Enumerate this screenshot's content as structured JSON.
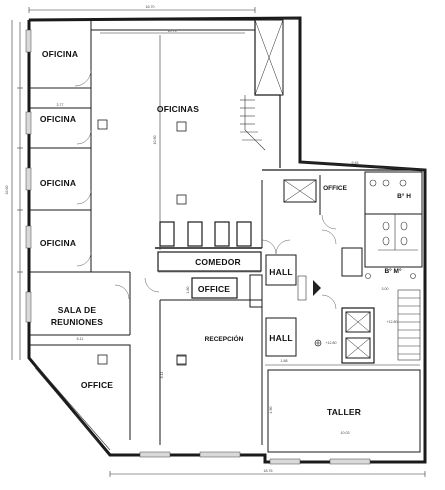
{
  "rooms": {
    "oficina_1": "OFICINA",
    "oficina_2": "OFICINA",
    "oficina_3": "OFICINA",
    "oficina_4": "OFICINA",
    "oficinas": "OFICINAS",
    "sala_line1": "SALA DE",
    "sala_line2": "REUNIONES",
    "office_lower_left": "OFFICE",
    "comedor": "COMEDOR",
    "office_center": "OFFICE",
    "hall_upper": "HALL",
    "hall_lower": "HALL",
    "recepcion": "RECEPCIÓN",
    "taller": "TALLER",
    "office_right": "OFFICE",
    "bano_h": "B° H",
    "bano_m": "B° M°"
  },
  "dimensions": {
    "top_total": "16.70",
    "oficinas_width": "10.73",
    "oficinas_height": "10.90",
    "right_block_width": "9.45",
    "oficina_div": "3.77",
    "sala_width": "6.11",
    "bottom_total": "18.76",
    "taller_width": "10.03",
    "left_total": "33.60",
    "recepcion_height": "8.11",
    "taller_height": "4.90",
    "hall_len": "1.88",
    "office_h": "1.80",
    "stair_w": "3.00",
    "level": "+12.80",
    "level_2": "+12.80"
  }
}
